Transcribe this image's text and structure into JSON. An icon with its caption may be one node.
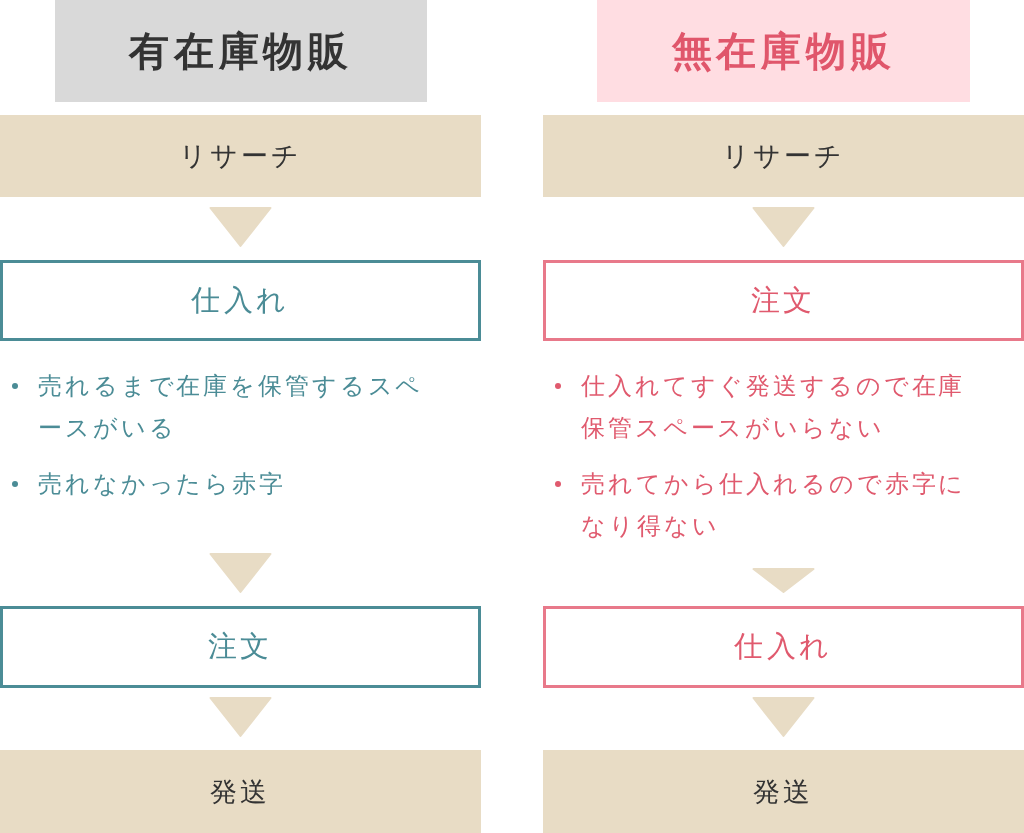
{
  "diagram": {
    "nodes": [
      {
        "text": [
          "有在庫物販"
        ]
      },
      {
        "text": [
          "リサーチ"
        ]
      },
      {
        "text": [
          "仕入れ"
        ]
      },
      {
        "text": [
          "売れるまで在庫を保管するスペースがいる",
          "売れなかったら赤字"
        ]
      },
      {
        "text": [
          "注文"
        ]
      },
      {
        "text": [
          "発送"
        ]
      },
      {
        "text": [
          "無在庫物販"
        ]
      },
      {
        "text": [
          "リサーチ"
        ]
      },
      {
        "text": [
          "注文"
        ]
      },
      {
        "text": [
          "仕入れてすぐ発送するので在庫保管スペースがいらない",
          "売れてから仕入れるので赤字になり得ない"
        ]
      },
      {
        "text": [
          "仕入れ"
        ]
      },
      {
        "text": [
          "発送"
        ]
      }
    ],
    "edges": [
      {
        "from": 1,
        "to": 2,
        "arrow": "to"
      },
      {
        "from": 3,
        "to": 4,
        "arrow": "to"
      },
      {
        "from": 4,
        "to": 5,
        "arrow": "to"
      },
      {
        "from": 7,
        "to": 8,
        "arrow": "to"
      },
      {
        "from": 9,
        "to": 10,
        "arrow": "to"
      },
      {
        "from": 10,
        "to": 11,
        "arrow": "to"
      }
    ]
  }
}
